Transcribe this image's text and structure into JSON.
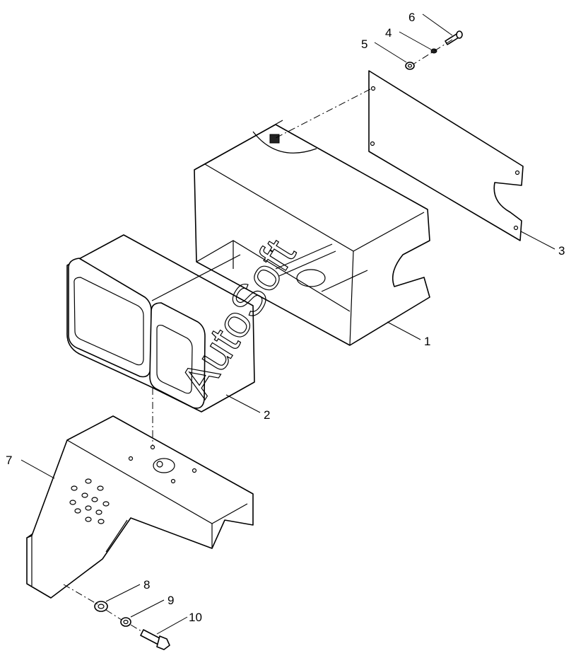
{
  "diagram": {
    "watermark": "AutoSoft",
    "callouts": [
      {
        "id": "1",
        "label": "1"
      },
      {
        "id": "2",
        "label": "2"
      },
      {
        "id": "3",
        "label": "3"
      },
      {
        "id": "4",
        "label": "4"
      },
      {
        "id": "5",
        "label": "5"
      },
      {
        "id": "6",
        "label": "6"
      },
      {
        "id": "7",
        "label": "7"
      },
      {
        "id": "8",
        "label": "8"
      },
      {
        "id": "9",
        "label": "9"
      },
      {
        "id": "10",
        "label": "10"
      }
    ]
  }
}
